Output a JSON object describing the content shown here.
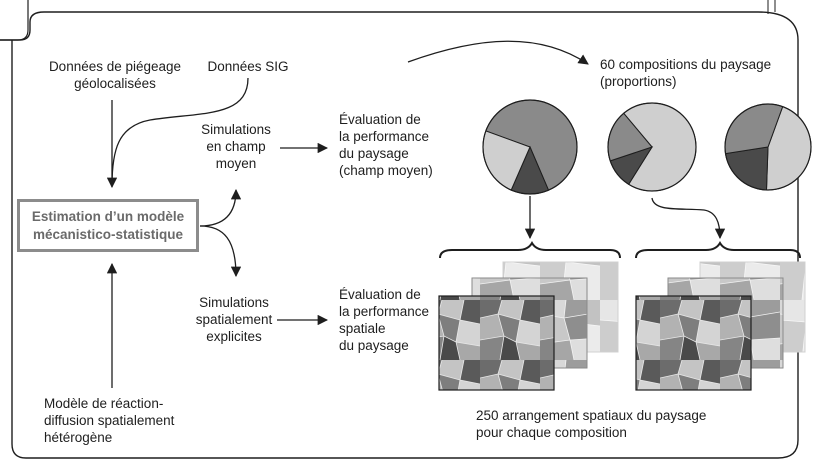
{
  "labels": {
    "trapping_data": "Données de piégeage\ngéolocalisées",
    "gis_data": "Données SIG",
    "mean_field_sims": "Simulations\nen champ\nmoyen",
    "spatial_sims": "Simulations\nspatialement\nexplicites",
    "model_estimation": "Estimation d’un modèle\nmécanistico-statistique",
    "rd_model": "Modèle de réaction-\ndiffusion spatialement\nhétérogène",
    "eval_mean_field": "Évaluation de\nla performance\ndu paysage\n(champ moyen)",
    "eval_spatial": "Évaluation de\nla performance\nspatiale\ndu paysage",
    "compositions": "60 compositions du paysage\n(proportions)",
    "arrangements": "250 arrangement spatiaux du paysage\npour chaque composition"
  },
  "colors": {
    "line": "#1e1e1e",
    "box_border": "#8c8c8c",
    "box_text": "#6a6a6a",
    "pie_dark": "#4a4a4a",
    "pie_mid": "#8a8a8a",
    "pie_light": "#cfcfcf"
  },
  "pie_charts": [
    {
      "slices": [
        {
          "shade": "mid",
          "value": 0.63
        },
        {
          "shade": "dark",
          "value": 0.13
        },
        {
          "shade": "light",
          "value": 0.24
        }
      ]
    },
    {
      "slices": [
        {
          "shade": "light",
          "value": 0.7
        },
        {
          "shade": "dark",
          "value": 0.11
        },
        {
          "shade": "mid",
          "value": 0.19
        }
      ]
    },
    {
      "slices": [
        {
          "shade": "light",
          "value": 0.45
        },
        {
          "shade": "dark",
          "value": 0.22
        },
        {
          "shade": "mid",
          "value": 0.33
        }
      ]
    }
  ]
}
